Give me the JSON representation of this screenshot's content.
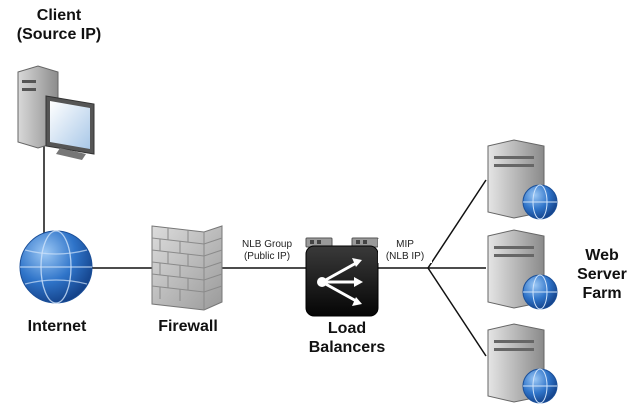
{
  "labels": {
    "client_line1": "Client",
    "client_line2": "(Source IP)",
    "internet": "Internet",
    "firewall": "Firewall",
    "load_balancers_line1": "Load",
    "load_balancers_line2": "Balancers",
    "server_farm_line1": "Web",
    "server_farm_line2": "Server",
    "server_farm_line3": "Farm",
    "nlb_group_line1": "NLB Group",
    "nlb_group_line2": "(Public IP)",
    "mip_line1": "MIP",
    "mip_line2": "(NLB IP)"
  },
  "icons": {
    "client": "desktop-computer-icon",
    "internet": "globe-icon",
    "firewall": "brick-wall-icon",
    "load_balancer": "load-balancer-icon",
    "server": "server-icon"
  },
  "colors": {
    "globe_blue": "#2f74c9",
    "wall_gray": "#b9b9b9",
    "balancer_black": "#141414",
    "line": "#111111"
  }
}
